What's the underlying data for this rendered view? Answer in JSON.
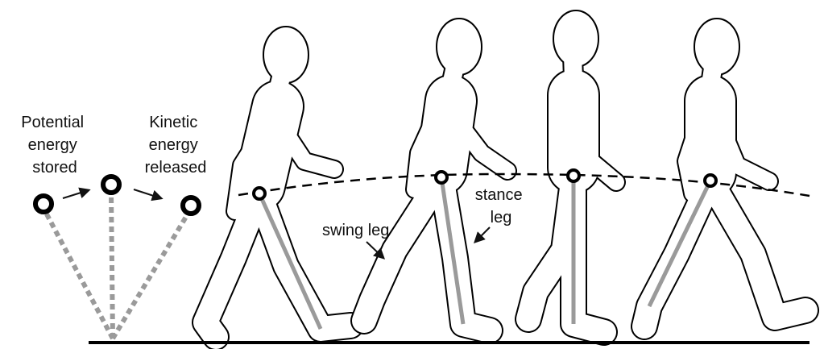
{
  "labels": {
    "potential": [
      "Potential",
      "energy",
      "stored"
    ],
    "kinetic": [
      "Kinetic",
      "energy",
      "released"
    ],
    "swing_leg": "swing leg",
    "stance_leg": [
      "stance",
      "leg"
    ]
  },
  "colors": {
    "outline": "#000000",
    "leg_bone": "#9a9a9a",
    "pendulum": "#9a9a9a"
  }
}
